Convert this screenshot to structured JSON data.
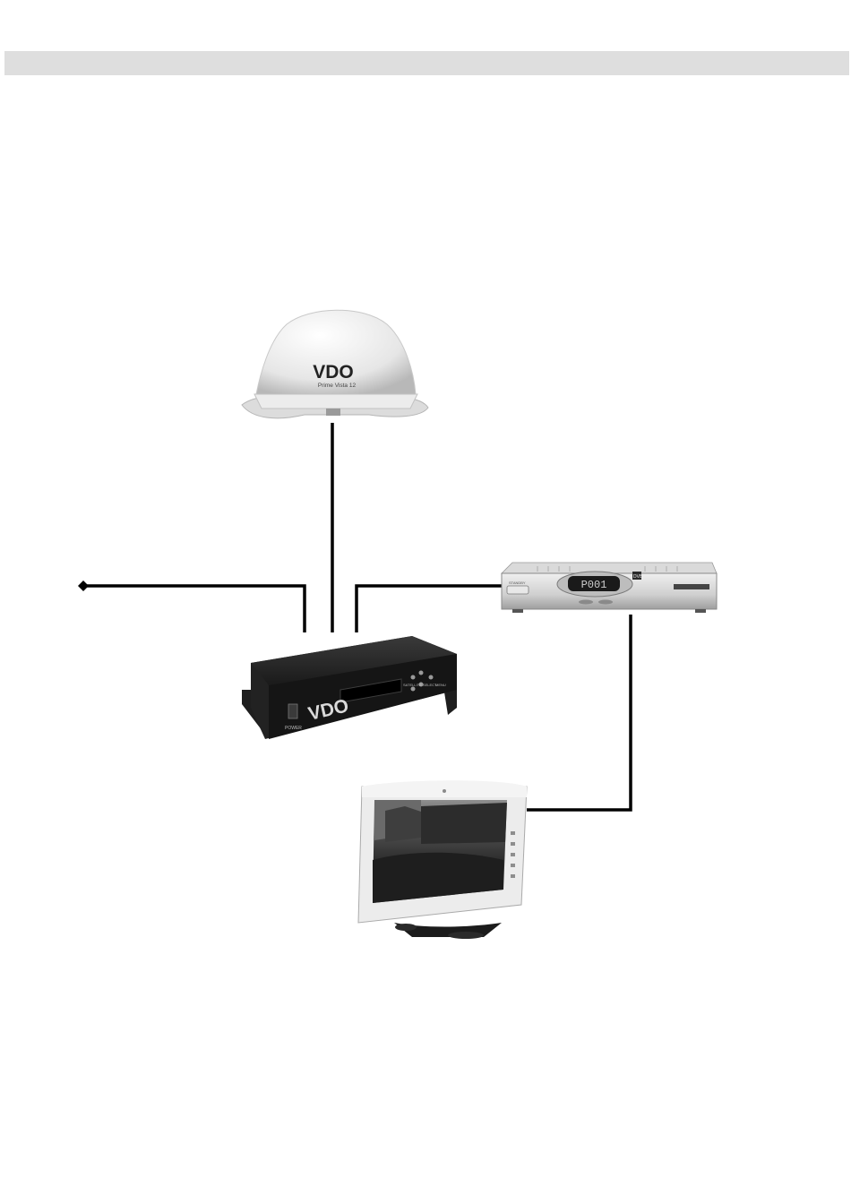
{
  "dome_antenna": {
    "brand": "VDO",
    "model": "Prime Vista 12",
    "icon": "satellite-dome-icon"
  },
  "control_unit": {
    "brand": "VDO",
    "power_label": "POWER",
    "button_label_1": "SATELLITE SELECT",
    "button_label_2": "MENU",
    "icon": "control-unit-icon"
  },
  "receiver": {
    "display_text": "P001",
    "standby_label": "STANDBY",
    "badge": "DVB",
    "icon": "satellite-receiver-icon"
  },
  "tv_monitor": {
    "icon": "tv-monitor-icon"
  },
  "colors": {
    "header_bar": "#dedede",
    "cable": "#000000"
  }
}
